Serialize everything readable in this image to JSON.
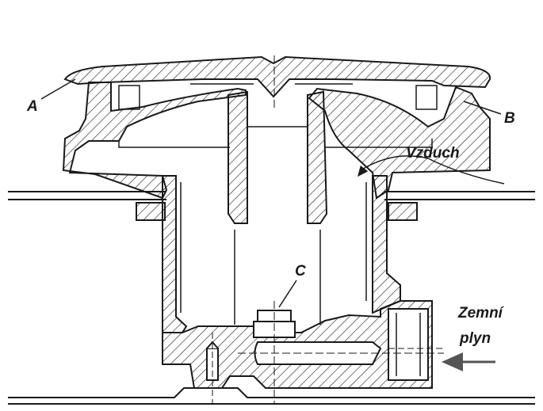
{
  "labels": {
    "a": "A",
    "b": "B",
    "c": "C",
    "air": "Vzduch",
    "gas_line1": "Zemní",
    "gas_line2": "plyn"
  },
  "colors": {
    "ink": "#1a1a1a",
    "arrow": "#555555",
    "background": "#ffffff"
  }
}
